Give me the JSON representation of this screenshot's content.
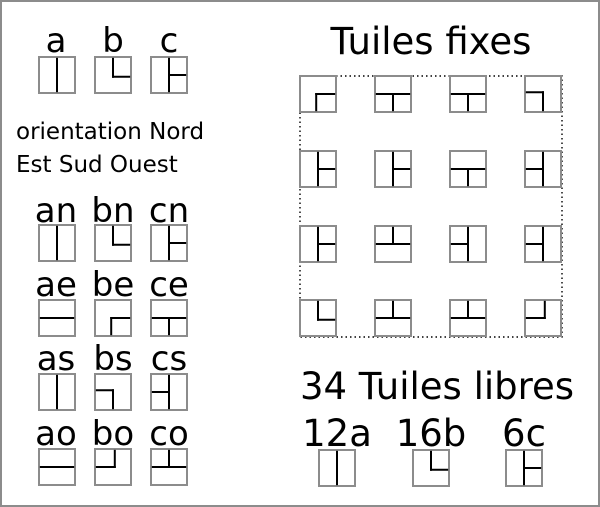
{
  "header_letters": [
    "a",
    "b",
    "c"
  ],
  "orientation_text": {
    "line1": "orientation Nord",
    "line2": "Est Sud Ouest"
  },
  "orientation_rows": [
    {
      "labels": [
        "an",
        "bn",
        "cn"
      ],
      "tiles": [
        "a",
        "b",
        "c"
      ],
      "rotation": 0
    },
    {
      "labels": [
        "ae",
        "be",
        "ce"
      ],
      "tiles": [
        "a",
        "b",
        "c"
      ],
      "rotation": 90
    },
    {
      "labels": [
        "as",
        "bs",
        "cs"
      ],
      "tiles": [
        "a",
        "b",
        "c"
      ],
      "rotation": 180
    },
    {
      "labels": [
        "ao",
        "bo",
        "co"
      ],
      "tiles": [
        "a",
        "b",
        "c"
      ],
      "rotation": 270
    }
  ],
  "fixed_title": "Tuiles fixes",
  "fixed_grid": [
    [
      {
        "t": "b",
        "r": 90
      },
      {
        "t": "c",
        "r": 90
      },
      {
        "t": "c",
        "r": 90
      },
      {
        "t": "b",
        "r": 180
      }
    ],
    [
      {
        "t": "c",
        "r": 0
      },
      {
        "t": "c",
        "r": 0
      },
      {
        "t": "c",
        "r": 90
      },
      {
        "t": "c",
        "r": 180
      }
    ],
    [
      {
        "t": "c",
        "r": 0
      },
      {
        "t": "c",
        "r": 270
      },
      {
        "t": "c",
        "r": 180
      },
      {
        "t": "c",
        "r": 180
      }
    ],
    [
      {
        "t": "b",
        "r": 0
      },
      {
        "t": "c",
        "r": 270
      },
      {
        "t": "c",
        "r": 270
      },
      {
        "t": "b",
        "r": 270
      }
    ]
  ],
  "free_title": "34 Tuiles libres",
  "free_tiles": [
    {
      "label": "12a",
      "tile": "a"
    },
    {
      "label": "16b",
      "tile": "b"
    },
    {
      "label": "6c",
      "tile": "c"
    }
  ]
}
